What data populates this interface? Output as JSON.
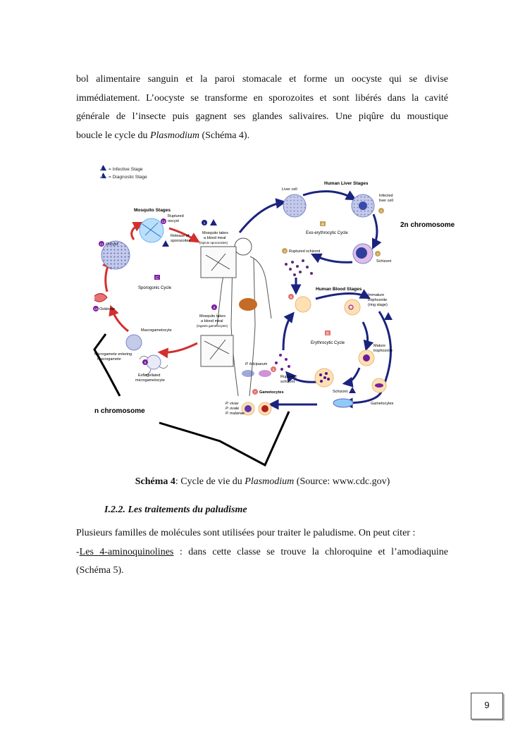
{
  "paragraph1": {
    "line1": "bol alimentaire sanguin et la paroi stomacale et forme un oocyste qui se divise",
    "line2": "immédiatement. L’oocyste se transforme en sporozoites et sont libérés dans la cavité",
    "line3": "générale de l’insecte puis gagnent ses glandes salivaires. Une piqûre du moustique",
    "line4_pre": "boucle le cycle du ",
    "line4_em": "Plasmodium",
    "line4_post": " (Schéma 4)."
  },
  "figure": {
    "legend_infective": "= Infective Stage",
    "legend_diagnostic": "= Diagnostic Stage",
    "mosquito_stages": "Mosquito Stages",
    "human_liver_stages": "Human Liver Stages",
    "human_blood_stages": "Human Blood Stages",
    "liver_cell": "Liver cell",
    "infected_liver_cell_1": "Infected",
    "infected_liver_cell_2": "liver cell",
    "exo_cycle": "Exo-erythrocytic Cycle",
    "schizont": "Schizont",
    "ruptured_schizont": "Ruptured schizont",
    "immature_troph_1": "Immature",
    "immature_troph_2": "trophozoite",
    "immature_troph_3": "(ring stage)",
    "erythrocytic_cycle": "Erythrocytic Cycle",
    "mature_troph_1": "Mature",
    "mature_troph_2": "trophozoite",
    "schizont_blood": "Schizont",
    "gametocytes": "Gametocytes",
    "ruptured_schizont_blood_1": "Ruptured",
    "ruptured_schizont_blood_2": "schizont",
    "gametocytes_left": "Gametocytes",
    "p_falciparum": "P. falciparum",
    "p_vivax": "P. vivax",
    "p_ovale": "P. ovale",
    "p_malariae": "P. malariae",
    "mosquito_takes_1": "Mosquito takes",
    "mosquito_takes_2": "a blood meal",
    "mosquito_takes_3": "(injects sporozoites)",
    "mosquito_takes_b1": "Mosquito takes",
    "mosquito_takes_b2": "a blood meal",
    "mosquito_takes_b3": "(ingests gametocytes)",
    "ruptured_oocyst_1": "Ruptured",
    "ruptured_oocyst_2": "oocyst",
    "release_spor_1": "Release of",
    "release_spor_2": "sporozoites",
    "oocyst": "Oocyst",
    "ookinete": "Ookinete",
    "sporogonic_cycle": "Sporogonic Cycle",
    "macrogametocyte": "Macrogametocyte",
    "microgamete_1": "Microgamete entering",
    "microgamete_2": "macrogamete",
    "exflagellated_1": "Exflagellated",
    "exflagellated_2": "microgametocyte",
    "annotation_2n": "2n chromosome",
    "annotation_n": "n chromosome",
    "stage_nums": [
      "1",
      "2",
      "3",
      "4",
      "5",
      "6",
      "7",
      "8",
      "9",
      "10",
      "11",
      "12"
    ],
    "cycle_letters": [
      "A",
      "B",
      "C"
    ],
    "icon_i": "i",
    "icon_d": "d"
  },
  "caption": {
    "bold": "Schéma 4",
    "rest_pre": ": Cycle de vie du ",
    "rest_em": "Plasmodium",
    "rest_post": " (Source:  www.cdc.gov)"
  },
  "subsection": "I.2.2. Les traitements du paludisme",
  "paragraph2": {
    "line1": "Plusieurs familles de molécules sont utilisées pour traiter le paludisme. On peut citer :",
    "line2_dash": "-",
    "line2_underlined": "Les 4-aminoquinolines",
    "line2_rest": " : dans cette classe se trouve la chloroquine et l’amodiaquine",
    "line3": "(Schéma 5)."
  },
  "page_number": "9"
}
